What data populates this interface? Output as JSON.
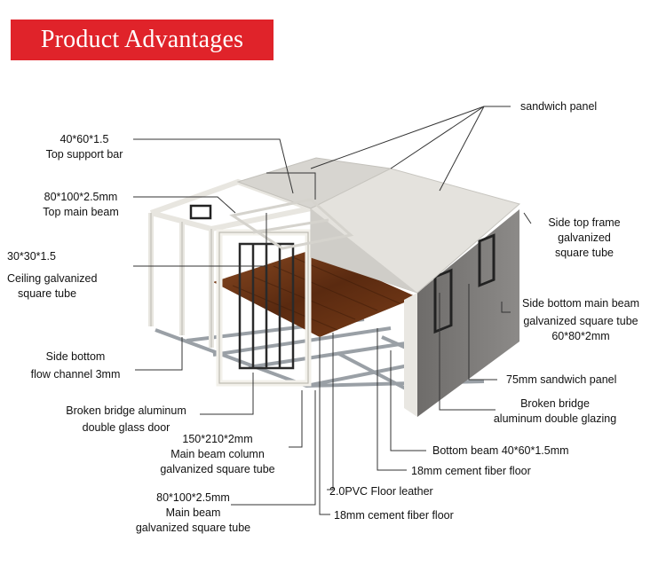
{
  "header": {
    "title": "Product Advantages",
    "color": "#e0232a"
  },
  "callouts": {
    "sandwich_panel": "sandwich panel",
    "top_support_bar": [
      "40*60*1.5",
      "Top support bar"
    ],
    "top_main_beam": [
      "80*100*2.5mm",
      "Top main beam"
    ],
    "ceiling_tube": [
      "30*30*1.5",
      "Ceiling galvanized",
      "square tube"
    ],
    "side_top_frame": [
      "Side top frame",
      "galvanized",
      "square tube"
    ],
    "side_bottom_main_beam": [
      "Side bottom main beam",
      "galvanized square tube",
      "60*80*2mm"
    ],
    "side_bottom_flow_channel": [
      "Side bottom",
      "flow channel 3mm"
    ],
    "sandwich_75": "75mm sandwich panel",
    "broken_bridge_glazing": [
      "Broken bridge",
      "aluminum double glazing"
    ],
    "broken_bridge_door": [
      "Broken bridge aluminum",
      "double glass door"
    ],
    "bottom_beam": "Bottom beam  40*60*1.5mm",
    "main_beam_column": [
      "150*210*2mm",
      "Main beam column",
      "galvanized square tube"
    ],
    "cement_floor_18_a": "18mm cement fiber floor",
    "pvc_floor": "2.0PVC Floor leather",
    "main_beam": [
      "80*100*2.5mm",
      "Main beam",
      "galvanized square tube"
    ],
    "cement_floor_18_b": "18mm cement fiber floor"
  }
}
